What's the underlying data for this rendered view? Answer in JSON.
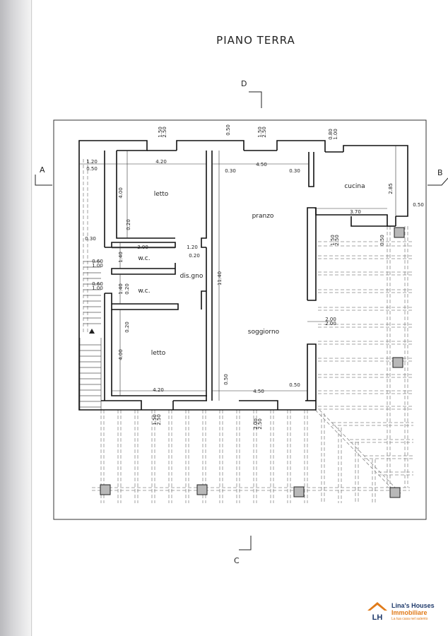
{
  "plan": {
    "title": "PIANO TERRA",
    "sections": {
      "a": "A",
      "b": "B",
      "c": "C",
      "d": "D"
    },
    "rooms": {
      "letto_top": "letto",
      "pranzo": "pranzo",
      "cucina": "cucina",
      "wc_1": "w.c.",
      "disimpegno": "dis.gno",
      "wc_2": "w.c.",
      "soggiorno": "soggiorno",
      "letto_bottom": "letto"
    },
    "dimensions": {
      "d_420_top": "4.20",
      "d_450_top": "4.50",
      "d_120": "1.20",
      "d_050_left": "0.50",
      "d_030_a": "0.30",
      "d_030_b": "0.30",
      "d_030_left": "0.30",
      "d_400_top": "4.00",
      "d_020_a": "0.20",
      "d_285": "2.85",
      "d_370": "3.70",
      "d_050_right": "0.50",
      "d_050_cucina": "0.50",
      "d_300": "3.00",
      "d_120_b": "1.20",
      "d_020_b": "0.20",
      "d_140_a": "1.40",
      "d_1140": "11.40",
      "d_020_c": "0.20",
      "d_140_b": "1.40",
      "d_020_d": "0.20",
      "d_400_bottom": "4.00",
      "d_200": "2.00",
      "d_050_sogg": "0.50",
      "d_050_mid": "0.50",
      "d_420_bottom": "4.20",
      "d_450_bottom": "4.50",
      "d_050_top": "0.50",
      "d_080_a": "0.80",
      "d_080_b": "1.00",
      "d_150_a": "1.50",
      "d_150_b": "2.50",
      "d_150_c": "1.50",
      "d_150_d": "2.50",
      "d_150_e": "1.50",
      "d_150_f": "2.50",
      "d_150_g": "1.50",
      "d_150_h": "2.50",
      "d_200_a": "2.00",
      "d_200_b": "2.50",
      "d_060_a": "0.60",
      "d_060_b": "1.00",
      "d_060_c": "0.60",
      "d_060_d": "1.00",
      "d_200_r": "2.00",
      "d_200_r2": "2.00"
    }
  },
  "logo": {
    "mark": "LH",
    "name": "Lina's Houses",
    "sub": "Immobiliare",
    "tagline": "La tua casa nel salento",
    "colors": {
      "navy": "#1f3a6b",
      "orange": "#e07b1a"
    }
  }
}
